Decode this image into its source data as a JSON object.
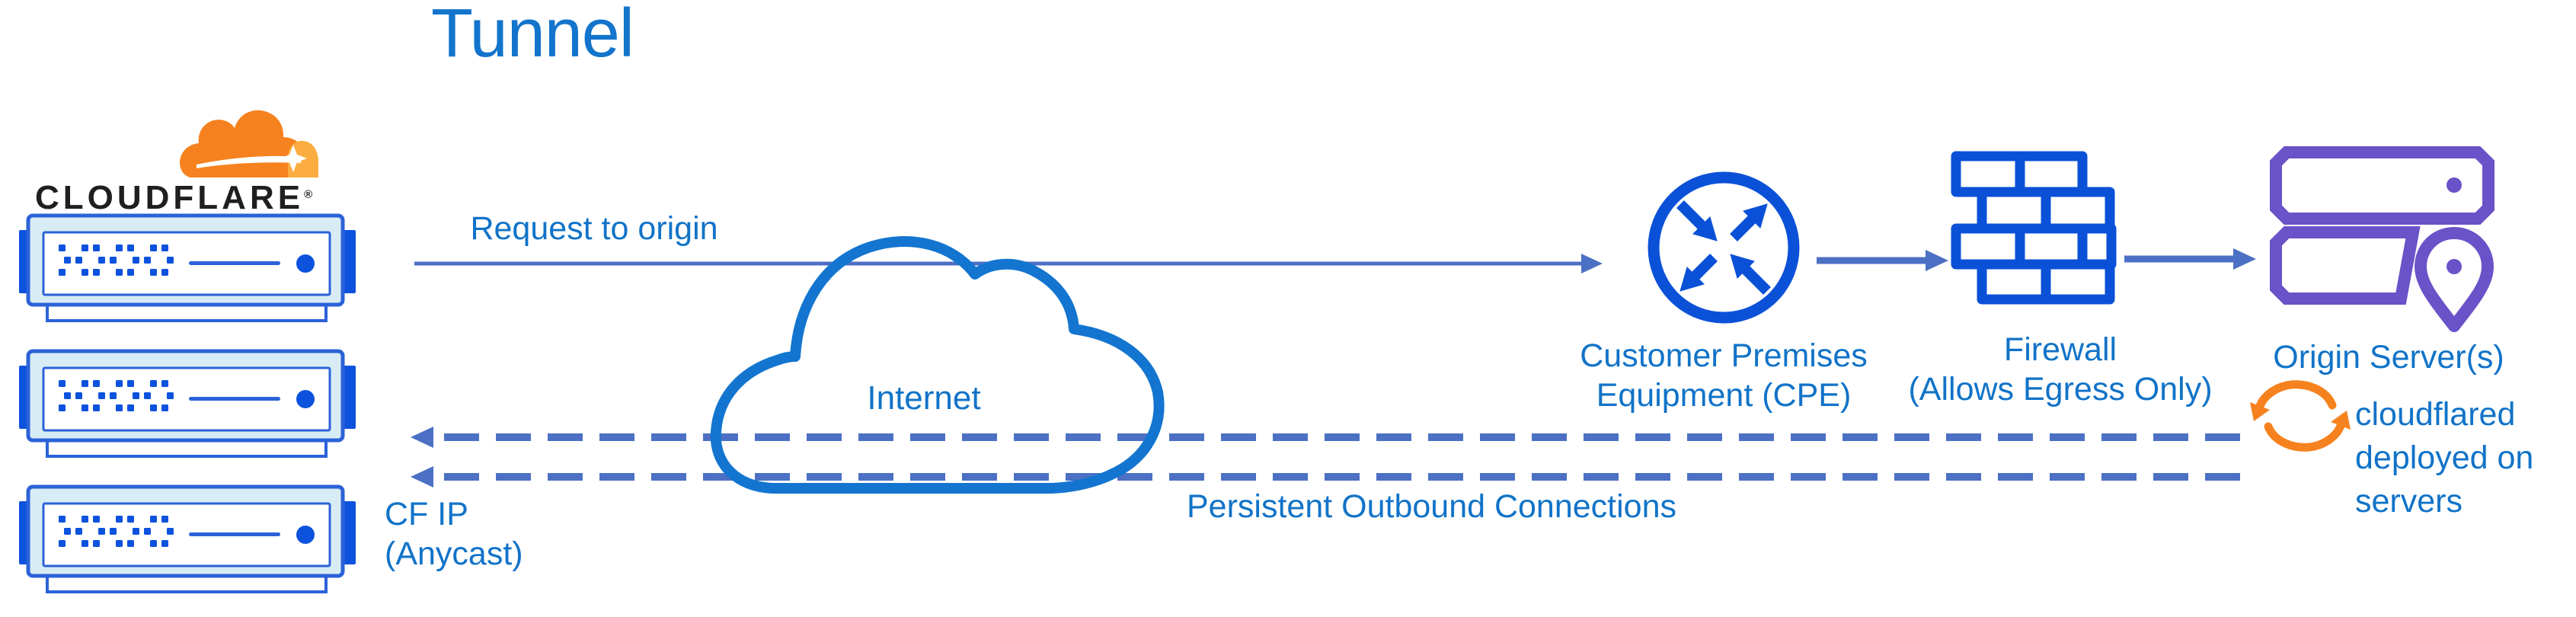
{
  "title": "Tunnel",
  "logo": {
    "wordmark": "CLOUDFLARE",
    "registered_mark": "®"
  },
  "nodes": {
    "cloudflare_edge": {
      "icon": "edge-server-icon",
      "server_count": 3,
      "caption_line1": "CF IP",
      "caption_line2": "(Anycast)"
    },
    "internet": {
      "icon": "cloud-outline-icon",
      "label": "Internet"
    },
    "cpe": {
      "icon": "router-arrows-icon",
      "caption_line1": "Customer Premises",
      "caption_line2": "Equipment (CPE)"
    },
    "firewall": {
      "icon": "brick-wall-icon",
      "caption_line1": "Firewall",
      "caption_line2": "(Allows Egress Only)"
    },
    "origin": {
      "icon": "origin-server-location-icon",
      "caption": "Origin Server(s)"
    },
    "cloudflared": {
      "icon": "sync-arrows-icon",
      "caption_line1": "cloudflared",
      "caption_line2": "deployed on",
      "caption_line3": "servers"
    }
  },
  "edges": {
    "request": {
      "label": "Request to origin",
      "style": "solid",
      "direction": "left-to-right",
      "from": "cloudflare_edge",
      "to": "cpe"
    },
    "outbound": {
      "label": "Persistent Outbound Connections",
      "style": "dashed",
      "direction": "right-to-left",
      "line_count": 2,
      "from": "origin",
      "to": "cloudflare_edge"
    },
    "cpe_to_firewall": {
      "style": "solid",
      "direction": "left-to-right"
    },
    "firewall_to_origin": {
      "style": "solid",
      "direction": "left-to-right"
    }
  },
  "colors": {
    "label_blue": "#1173C8",
    "flow_line_blue": "#4C70C4",
    "icon_blue": "#0B51D8",
    "cloud_stroke_blue": "#1375CF",
    "server_border_blue": "#2B62D8",
    "server_fill_pale": "#D8ECF6",
    "origin_purple": "#6A52C8",
    "cloudflare_orange": "#F6821F",
    "cloudflare_orange_light": "#FBAD41",
    "wordmark_black": "#1F1F1F",
    "background": "#FFFFFF"
  }
}
